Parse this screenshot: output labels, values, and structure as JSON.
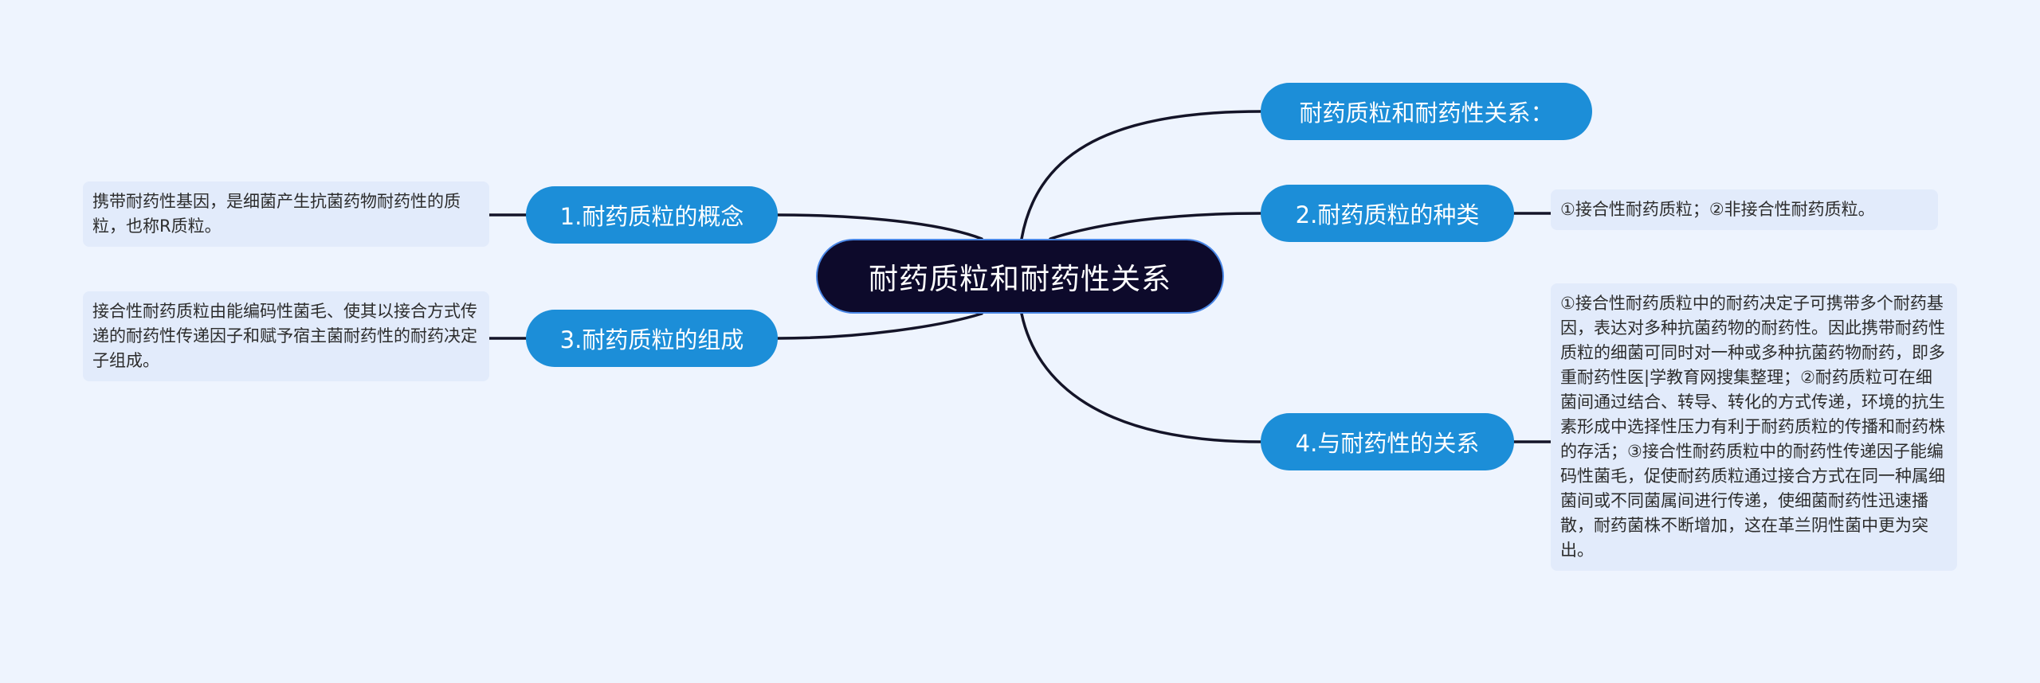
{
  "root": {
    "label": "耐药质粒和耐药性关系"
  },
  "branches": [
    {
      "label": "耐药质粒和耐药性关系："
    },
    {
      "label": "2.耐药质粒的种类"
    },
    {
      "label": "4.与耐药性的关系"
    },
    {
      "label": "1.耐药质粒的概念"
    },
    {
      "label": "3.耐药质粒的组成"
    }
  ],
  "leaves": {
    "types": "①接合性耐药质粒；②非接合性耐药质粒。",
    "relation": "①接合性耐药质粒中的耐药决定子可携带多个耐药基因，表达对多种抗菌药物的耐药性。因此携带耐药性质粒的细菌可同时对一种或多种抗菌药物耐药，即多重耐药性医|学教育网搜集整理；②耐药质粒可在细菌间通过结合、转导、转化的方式传递，环境的抗生素形成中选择性压力有利于耐药质粒的传播和耐药株的存活；③接合性耐药质粒中的耐药性传递因子能编码性菌毛，促使耐药质粒通过接合方式在同一种属细菌间或不同菌属间进行传递，使细菌耐药性迅速播散，耐药菌株不断增加，这在革兰阴性菌中更为突出。",
    "concept": "携带耐药性基因，是细菌产生抗菌药物耐药性的质粒，也称R质粒。",
    "composition": "接合性耐药质粒由能编码性菌毛、使其以接合方式传递的耐药性传递因子和赋予宿主菌耐药性的耐药决定子组成。"
  },
  "colors": {
    "background": "#eef4fe",
    "root_fill": "#0d0a2b",
    "branch_fill": "#1c8ed8",
    "leaf_fill": "#e2ebfb",
    "connector": "#141428"
  }
}
